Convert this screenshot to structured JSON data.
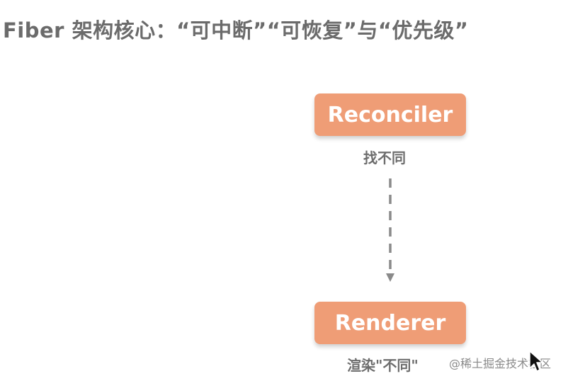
{
  "title": "Fiber 架构核心：“可中断”“可恢复”与“优先级”",
  "colors": {
    "node_fill": "#ef9d76",
    "connector": "#8a8a8a",
    "title_text": "#6b6b6b"
  },
  "nodes": [
    {
      "label": "Reconciler",
      "caption": "找不同"
    },
    {
      "label": "Renderer",
      "caption": "渲染\"不同\""
    }
  ],
  "connector": {
    "style": "dashed",
    "direction": "down"
  },
  "watermark": "@稀土掘金技术社区",
  "cursor": {
    "icon": "mouse-pointer-icon"
  }
}
